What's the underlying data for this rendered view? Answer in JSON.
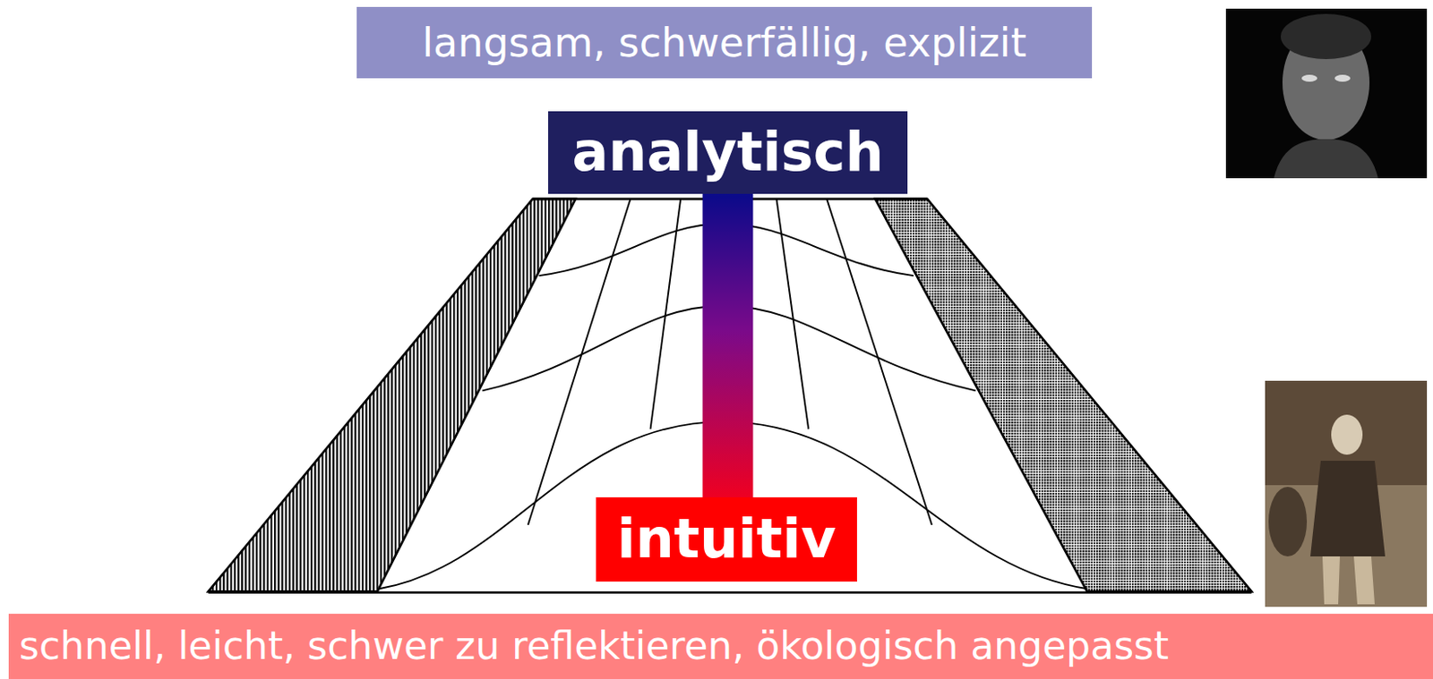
{
  "diagram": {
    "nodes": [
      {
        "text": [
          "langsam, schwerfällig, explizit"
        ]
      },
      {
        "text": [
          "analytisch"
        ]
      },
      {
        "text": [
          "intuitiv"
        ]
      },
      {
        "text": [
          "schnell, leicht, schwer zu reflektieren, ökologisch angepasst"
        ]
      }
    ],
    "edges": [
      {
        "from": 1,
        "to": 2,
        "arrow": "none"
      }
    ]
  }
}
